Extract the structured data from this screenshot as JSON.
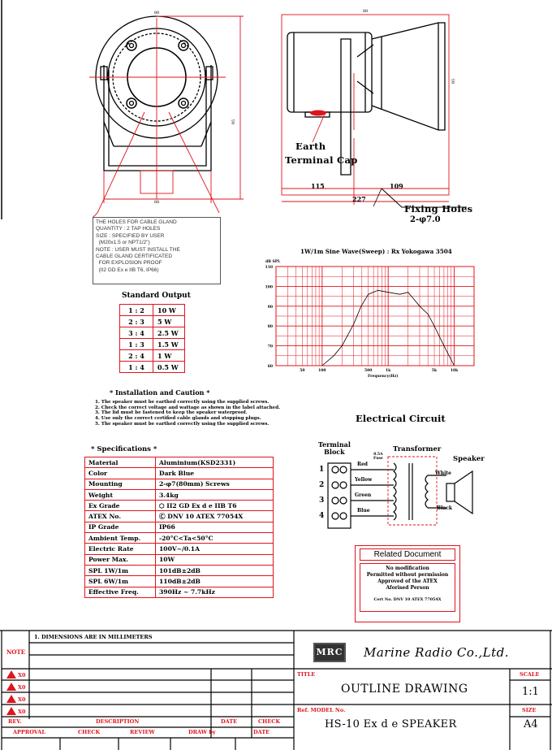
{
  "dimensions": {
    "overall_width": "227",
    "left_span": "115",
    "right_span": "109"
  },
  "callouts": {
    "earth": "Earth",
    "terminal_cap": "Terminal Cap",
    "fixing_holes": "Fixing Holes",
    "fixing_holes_spec": "2-φ7.0"
  },
  "gland_note": [
    "THE HOLES FOR CABLE GLAND",
    "QUANTITY : 2 TAP HOLES",
    "SIZE : SPECIFIED BY USER",
    "  (M20x1.5 or NPT1/2\")",
    "NOTE : USER MUST INSTALL THE",
    "CABLE GLAND CERTIFICATED",
    "  FOR EXPLOSION PROOF",
    "  (II2 GD Ex e IIB T6, IP66)"
  ],
  "standard_output": {
    "title": "Standard Output",
    "rows": [
      {
        "ratio": "1 : 2",
        "power": "10 W"
      },
      {
        "ratio": "2 : 3",
        "power": "5 W"
      },
      {
        "ratio": "3 : 4",
        "power": "2.5 W"
      },
      {
        "ratio": "1 : 3",
        "power": "1.5 W"
      },
      {
        "ratio": "2 : 4",
        "power": "1 W"
      },
      {
        "ratio": "1 : 4",
        "power": "0.5 W"
      }
    ]
  },
  "chart_data": {
    "type": "line",
    "title": "1W/1m Sine Wave(Sweep) : Rx Yokogawa 3504",
    "ylabel": "dB SPL",
    "xlabel": "Frequency(Hz)",
    "xscale": "log",
    "xlim": [
      20,
      20000
    ],
    "ylim": [
      60,
      110
    ],
    "grid": true,
    "y_ticks": [
      "110",
      "100",
      "90",
      "80",
      "70",
      "60"
    ],
    "x_ticks": [
      "50",
      "100",
      "500",
      "1k",
      "5k",
      "10k"
    ],
    "series": [
      {
        "x": [
          100,
          150,
          200,
          300,
          390,
          500,
          700,
          1000,
          1500,
          2000,
          3000,
          4000,
          5000,
          7000,
          10000
        ],
        "y": [
          60,
          65,
          70,
          81,
          90,
          96,
          98,
          97,
          96,
          97,
          90,
          86,
          80,
          70,
          60
        ]
      }
    ]
  },
  "installation": {
    "title": "* Installation and Caution *",
    "items": [
      "1. The speaker must be earthed correctly using the supplied screws.",
      "2. Check the correct voltage and wattage as shown in the label attached.",
      "3. The lid must be fastened to keep the speaker waterproof.",
      "4. Use only the correct certified cable glands and stopping plugs.",
      "5. The speaker must be earthed correctly using the supplied screws."
    ]
  },
  "specifications": {
    "title": "* Specifications *",
    "rows": [
      {
        "k": "Material",
        "v": "Aluminium(KSD2331)"
      },
      {
        "k": "Color",
        "v": "Dark Blue"
      },
      {
        "k": "Mounting",
        "v": "2-φ7(80mm) Screws"
      },
      {
        "k": "Weight",
        "v": "3.4kg"
      },
      {
        "k": "Ex Grade",
        "v": "II2 GD Ex d e IIB T6"
      },
      {
        "k": "ATEX No.",
        "v": "DNV 10 ATEX 77054X"
      },
      {
        "k": "IP Grade",
        "v": "IP66"
      },
      {
        "k": "Ambient Temp.",
        "v": "-20°C<Ta<50°C"
      },
      {
        "k": "Electric Rate",
        "v": "100V~/0.1A"
      },
      {
        "k": "Power Max.",
        "v": "10W"
      },
      {
        "k": "SPL 1W/1m",
        "v": "101dB±2dB"
      },
      {
        "k": "SPL 6W/1m",
        "v": "110dB±2dB"
      },
      {
        "k": "Effective Freq.",
        "v": "390Hz ~ 7.7kHz"
      }
    ]
  },
  "circuit": {
    "title": "Electrical Circuit",
    "terminal_block": "Terminal",
    "terminal_block2": "Block",
    "transformer": "Transformer",
    "speaker": "Speaker",
    "power": "0.5A",
    "power2": "Fuse",
    "wires": [
      "Red",
      "Yellow",
      "Green",
      "Blue"
    ],
    "white": "White",
    "black": "Black",
    "terminals": [
      "1",
      "2",
      "3",
      "4"
    ]
  },
  "related": {
    "title": "Related Document",
    "lines": [
      "No modification",
      "Permitted without permission",
      "Approved of the ATEX",
      "Aforised Person"
    ],
    "cert": "Cert No. DNV 10 ATEX 77054X"
  },
  "title_block": {
    "note_label": "NOTE",
    "note_text": "1. DIMENSIONS ARE IN MILLIMETERS",
    "logo": "MRC",
    "company": "Marine Radio Co.,Ltd.",
    "rev_marks": [
      "X0",
      "X0",
      "X0",
      "X0"
    ],
    "rev": "REV.",
    "description": "DESCRIPTION",
    "date": "DATE",
    "check": "CHECK",
    "approval": "APPROVAL",
    "check2": "CHECK",
    "review": "REVIEW",
    "draw_by": "DRAW by",
    "date2": "DATE",
    "title_label": "TITLE",
    "title": "OUTLINE DRAWING",
    "scale_label": "SCALE",
    "scale": "1:1",
    "ref_label": "Ref. MODEL No.",
    "model": "HS-10 Ex d e SPEAKER",
    "size_label": "SIZE",
    "size": "A4"
  }
}
